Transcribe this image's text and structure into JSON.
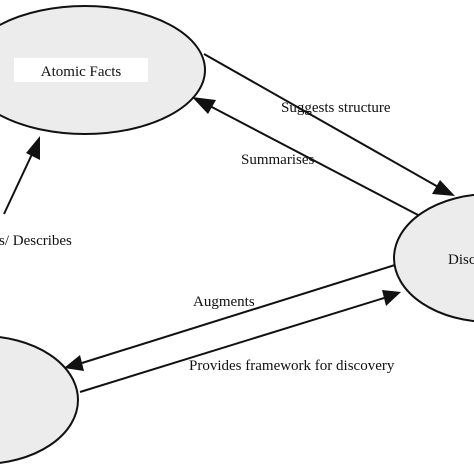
{
  "nodes": {
    "atomic_facts": {
      "label": "Atomic Facts"
    },
    "discovery": {
      "label": "Disc"
    },
    "framework": {
      "label": ""
    }
  },
  "edges": {
    "suggests_structure": {
      "label": "Suggests structure"
    },
    "summarises": {
      "label": "Summarises"
    },
    "describes": {
      "label": "s/ Describes"
    },
    "augments": {
      "label": "Augments"
    },
    "provides_framework": {
      "label": "Provides framework for discovery"
    }
  },
  "colors": {
    "node_fill": "#ececec",
    "stroke": "#111111",
    "background": "#ffffff"
  }
}
